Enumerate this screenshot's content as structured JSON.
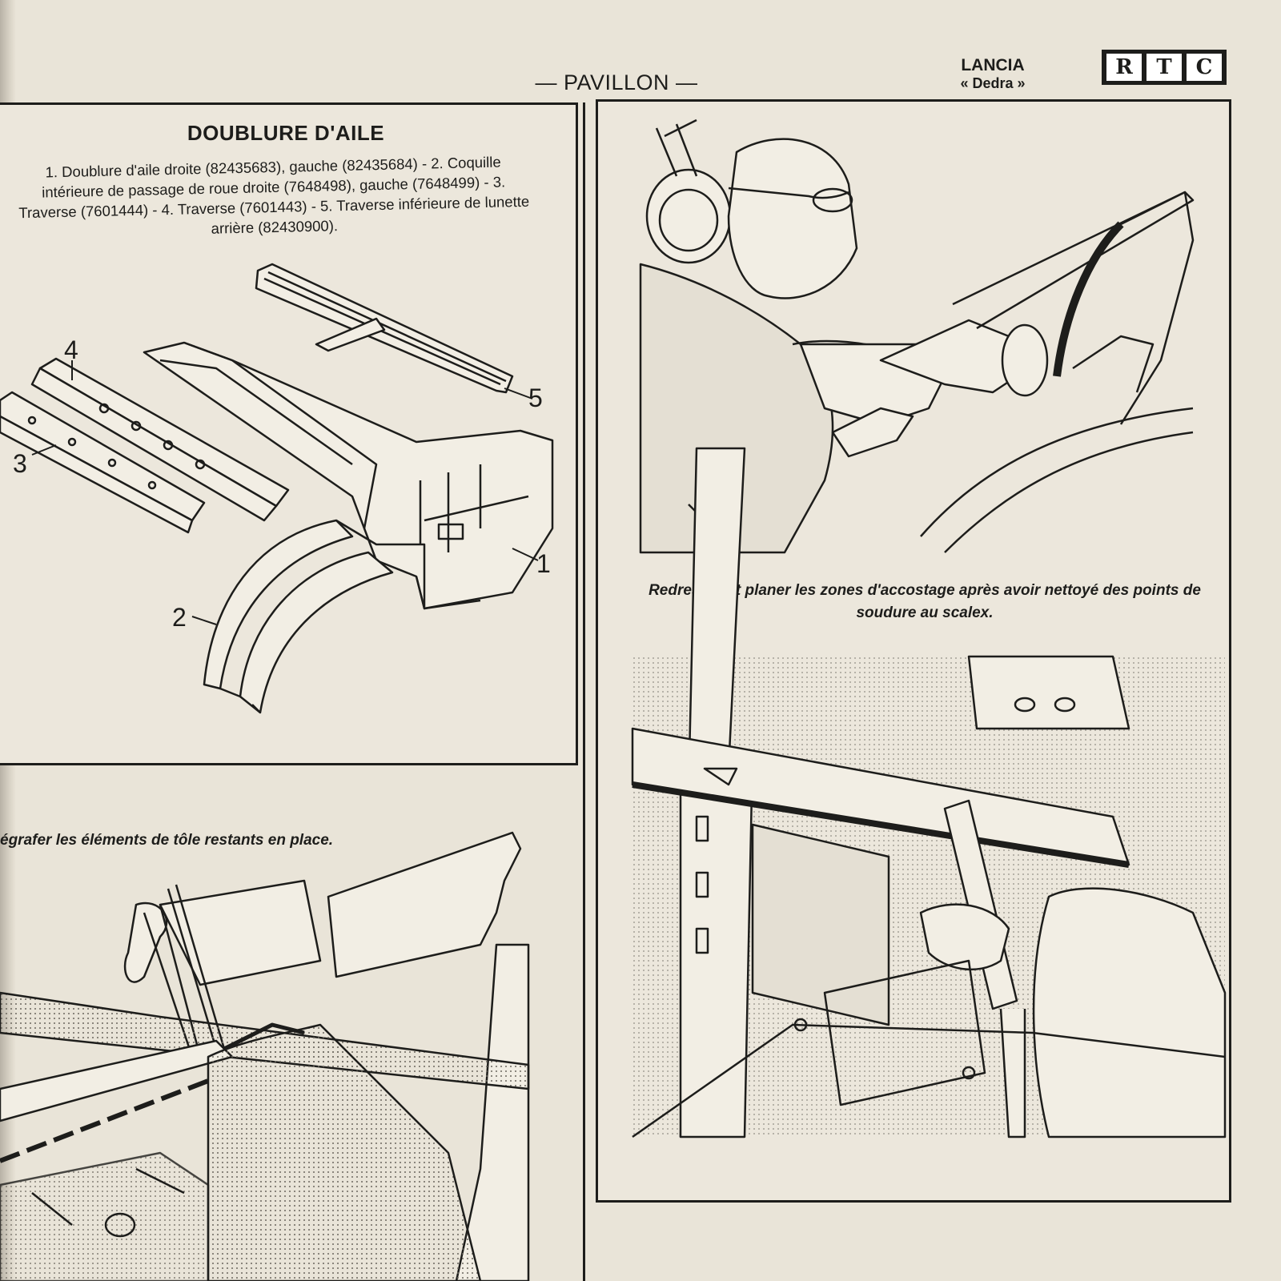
{
  "header": {
    "section_title": "— PAVILLON —",
    "make": "LANCIA",
    "model": "« Dedra »",
    "logo_letters": [
      "R",
      "T",
      "C"
    ]
  },
  "left_panel": {
    "title": "DOUBLURE D'AILE",
    "legend": "1. Doublure d'aile droite (82435683), gauche (82435684) - 2. Coquille intérieure de passage de roue droite (7648498), gauche (7648499) - 3. Traverse (7601444) - 4. Traverse (7601443) - 5. Traverse inférieure de lunette arrière (82430900).",
    "part_labels": [
      "1",
      "2",
      "3",
      "4",
      "5"
    ]
  },
  "captions": {
    "top_right": "Redresser et planer les zones d'accostage après avoir nettoyé des points de soudure au scalex.",
    "bottom_left": "égrafer les éléments de tôle restants en place."
  },
  "colors": {
    "paper": "#e9e4d8",
    "ink": "#1d1d1b"
  },
  "icons": {
    "logo": "rtc-logo",
    "illustrations": [
      "parts-exploded-diagram",
      "grinder-technician-illustration",
      "chisel-cutting-illustration",
      "pliers-unclip-illustration"
    ]
  }
}
